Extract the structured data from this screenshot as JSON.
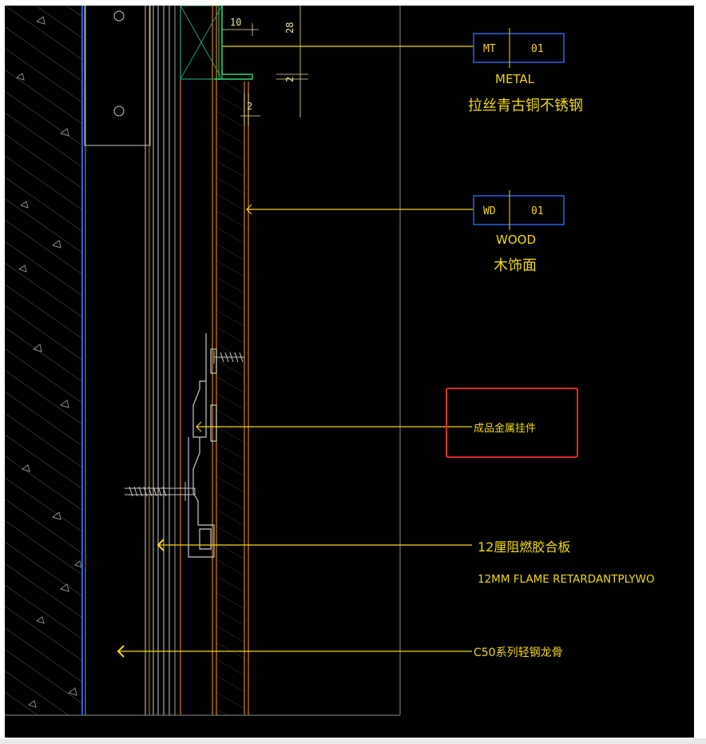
{
  "dimensions": {
    "d10": "10",
    "d28": "28",
    "d2a": "2",
    "d2b": "2"
  },
  "tags": [
    {
      "code": "MT",
      "number": "01",
      "en": "METAL",
      "cn": "拉丝青古铜不锈钢"
    },
    {
      "code": "WD",
      "number": "01",
      "en": "WOOD",
      "cn": "木饰面"
    }
  ],
  "callouts": {
    "hanger": "成品金属挂件",
    "plywood_cn": "12厘阻燃胶合板",
    "plywood_en": "12MM FLAME RETARDANTPLYWO",
    "keel": "C50系列轻钢龙骨"
  },
  "colors": {
    "background": "#000000",
    "leader": "#f2d80f",
    "tag_box": "#2f5fe0",
    "panel_line": "#d9821c",
    "wall_hatch": "#8a8a8a",
    "highlight": "#e0291f"
  }
}
